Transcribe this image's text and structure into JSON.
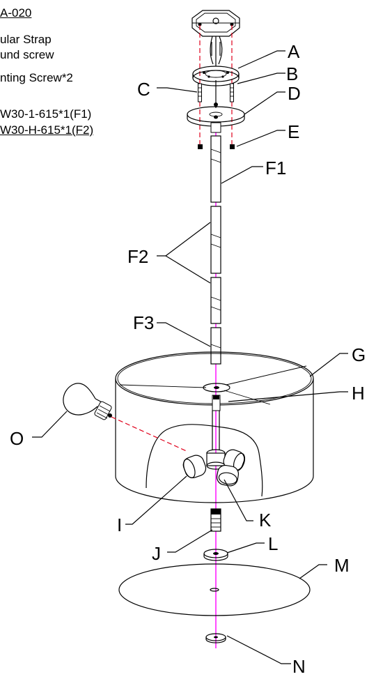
{
  "notes": {
    "model": "A-020",
    "strap": "ular Strap",
    "ground": "und screw",
    "mounting": "nting Screw*2",
    "rod1": "W30-1-615*1(F1)",
    "rod2": "W30-H-615*1(F2)"
  },
  "labels": {
    "A": "A",
    "B": "B",
    "C": "C",
    "D": "D",
    "E": "E",
    "F1": "F1",
    "F2": "F2",
    "F3": "F3",
    "G": "G",
    "H": "H",
    "I": "I",
    "J": "J",
    "K": "K",
    "L": "L",
    "M": "M",
    "N": "N",
    "O": "O"
  },
  "colors": {
    "guide_red": "#e0001b",
    "axis_magenta": "#ff00ff",
    "line": "#000000"
  }
}
